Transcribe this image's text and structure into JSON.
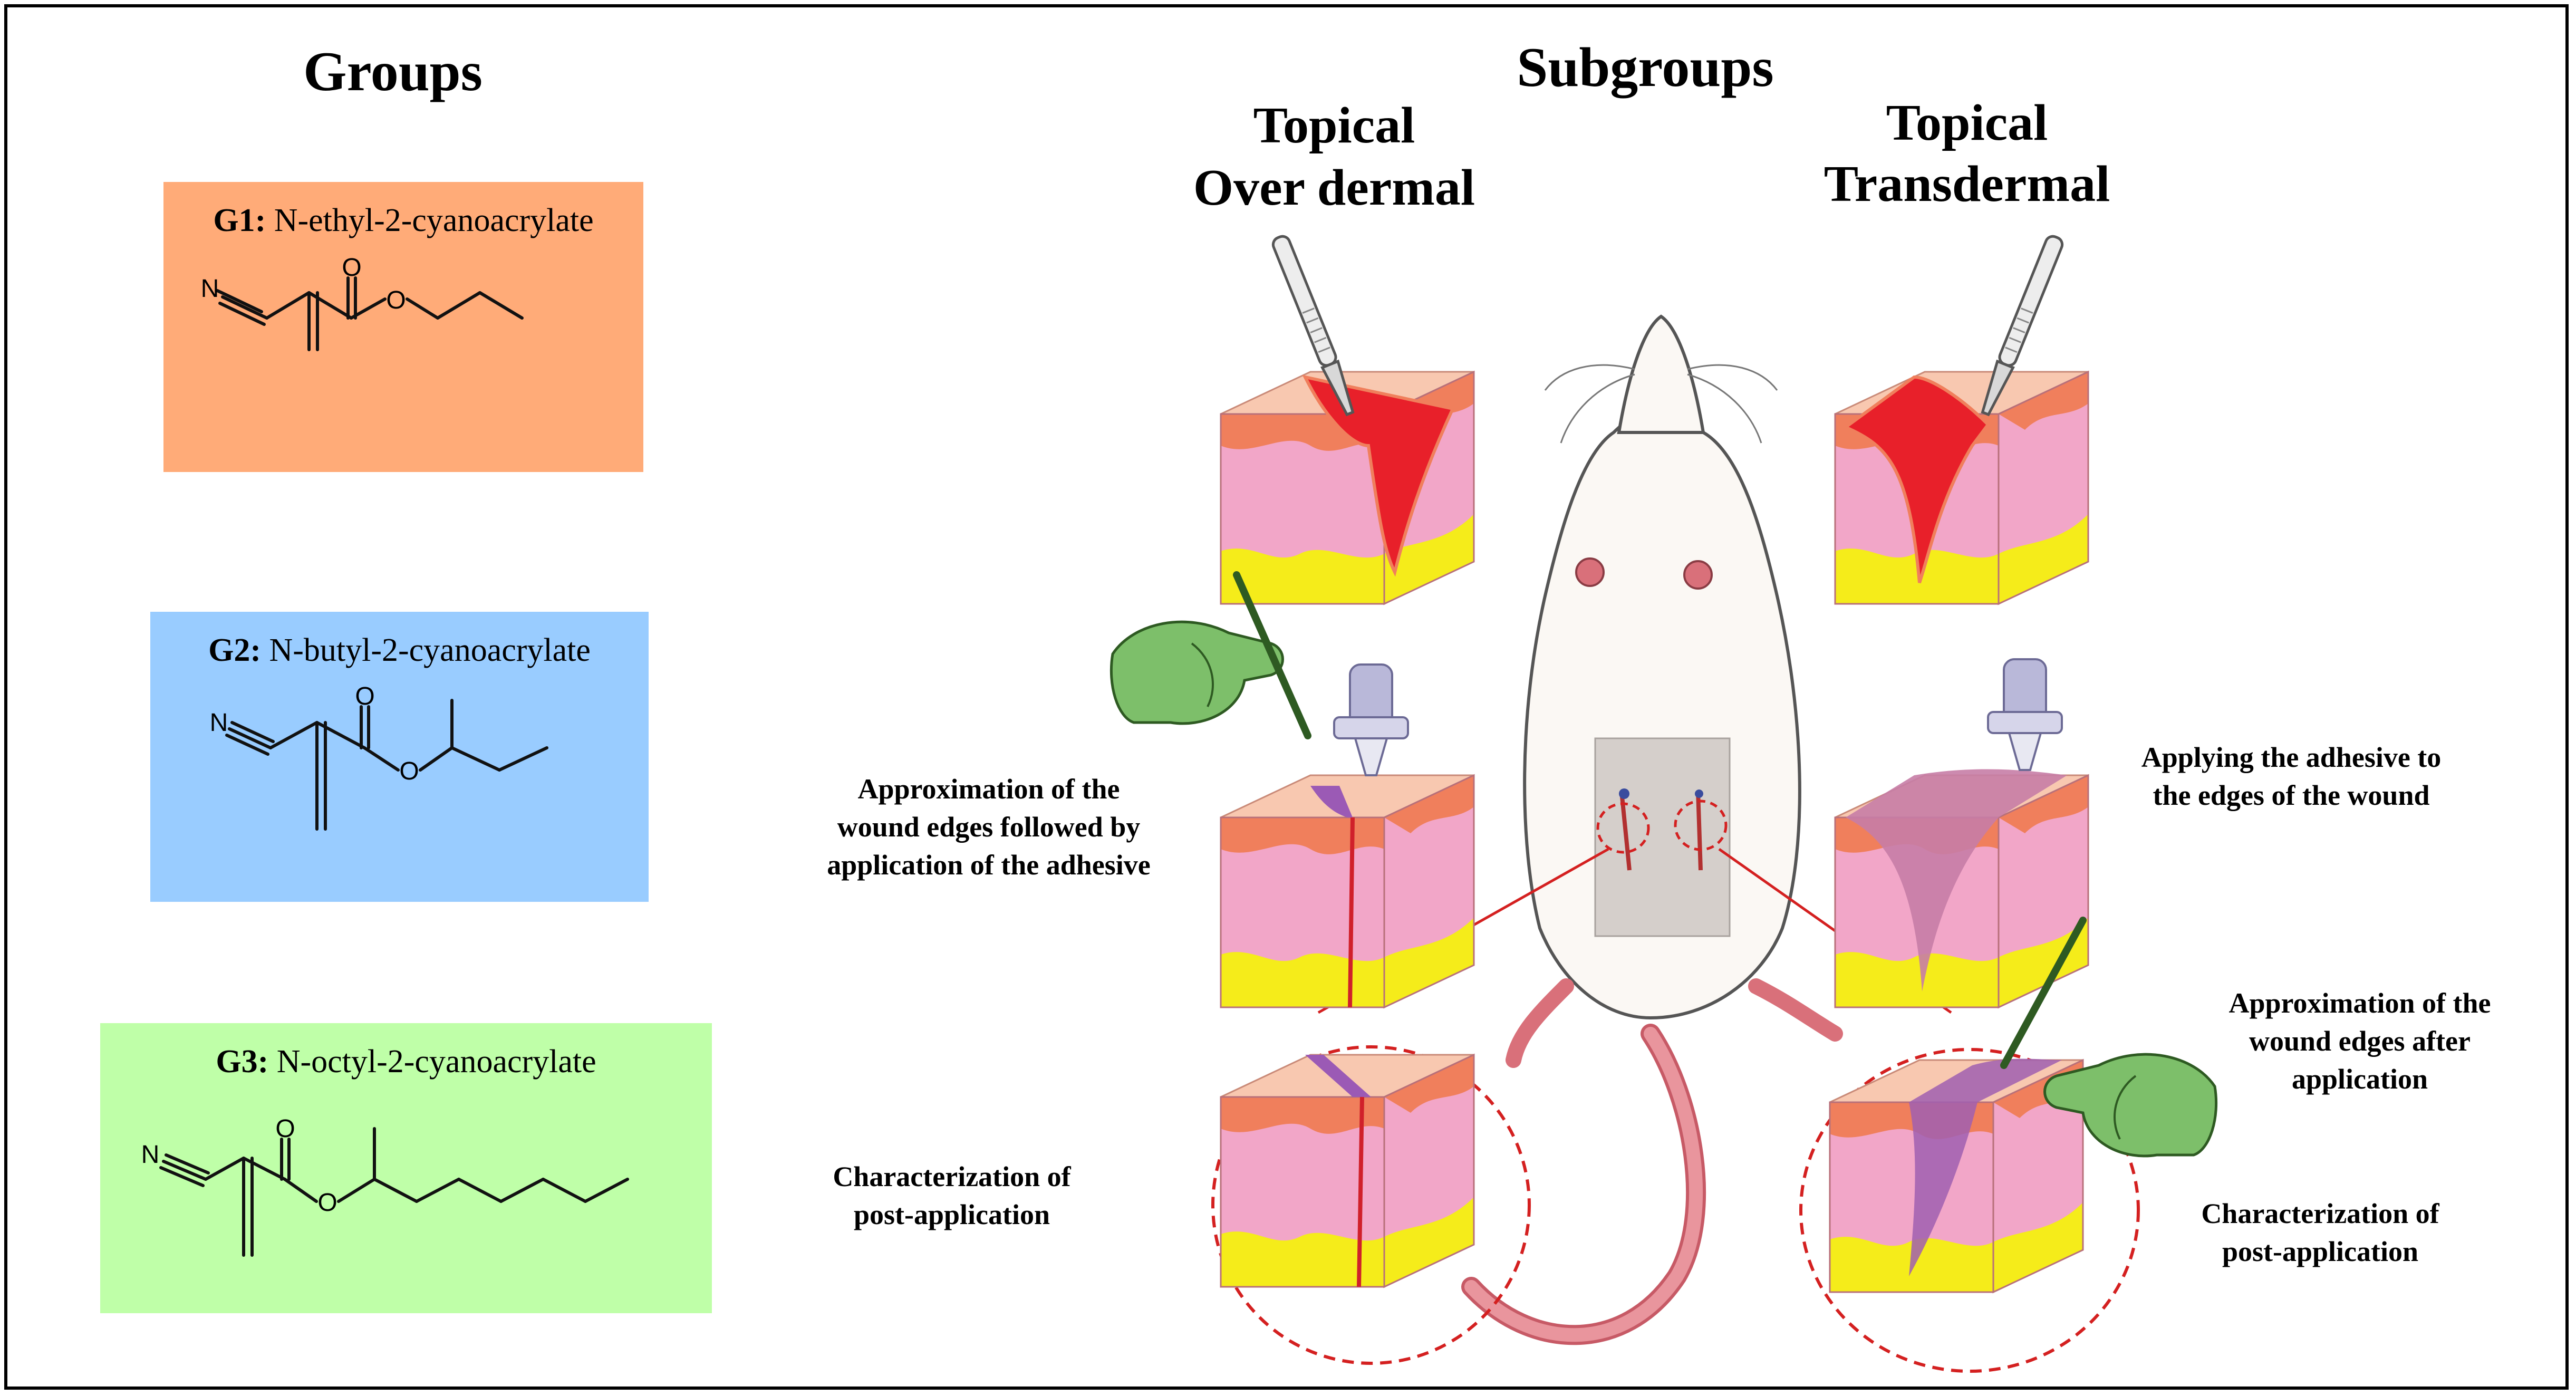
{
  "headings": {
    "groups": "Groups",
    "subgroups": "Subgroups",
    "topical_over_dermal_line1": "Topical",
    "topical_over_dermal_line2": "Over dermal",
    "topical_transdermal_line1": "Topical",
    "topical_transdermal_line2": "Transdermal"
  },
  "groups": [
    {
      "code": "G1:",
      "name": "N-ethyl-2-cyanoacrylate",
      "color": "#FFAB78"
    },
    {
      "code": "G2:",
      "name": "N-butyl-2-cyanoacrylate",
      "color": "#99CCFF"
    },
    {
      "code": "G3:",
      "name": "N-octyl-2-cyanoacrylate",
      "color": "#BFFFA8"
    }
  ],
  "atoms": {
    "n": "N",
    "o": "O"
  },
  "labels": {
    "approx_then_apply": [
      "Approximation of the",
      "wound edges followed by",
      "application of the adhesive"
    ],
    "applying_adhesive": [
      "Applying the adhesive to",
      "the edges of the wound"
    ],
    "approx_after": [
      "Approximation of the",
      "wound edges after",
      "application"
    ],
    "characterization_left": [
      "Characterization of",
      "post-application"
    ],
    "characterization_right": [
      "Characterization of",
      "post-application"
    ]
  },
  "colors": {
    "skin_top": "#F8C8B0",
    "epidermis": "#F07F5C",
    "dermis": "#F2A6C8",
    "fat": "#F5EC1A",
    "wound": "#E8202A",
    "adhesive": "#9B5AB5",
    "glove": "#7DBF6A",
    "rat_body": "#FBF8F4",
    "rat_pink": "#D9707A",
    "callout_red": "#D42020"
  }
}
